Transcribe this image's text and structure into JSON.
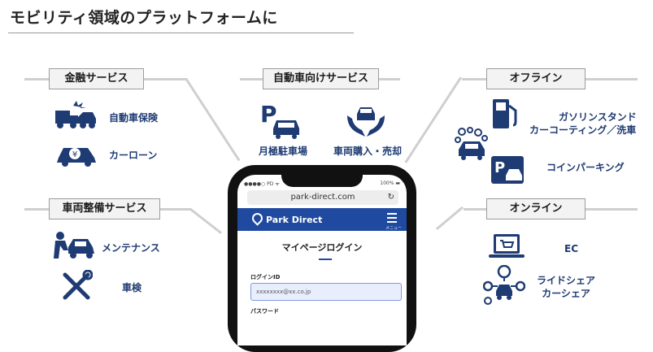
{
  "title": "モビリティ領域のプラットフォームに",
  "categories": {
    "kinyu": "金融サービス",
    "jidousha": "自動車向けサービス",
    "offline": "オフライン",
    "seibi": "車両整備サービス",
    "online": "オンライン"
  },
  "services": {
    "insurance": "自動車保険",
    "carloan": "カーローン",
    "monthly_parking": "月極駐車場",
    "purchase_sale": "車両購入・売却",
    "gas_line1": "ガソリンスタンド",
    "gas_line2": "カーコーティング／洗車",
    "coin_parking": "コインパーキング",
    "maintenance": "メンテナンス",
    "inspection": "車検",
    "ec": "EC",
    "share_line1": "ライドシェア",
    "share_line2": "カーシェア"
  },
  "phone": {
    "status_left": "●●●●○ PD ᯤ",
    "status_right": "100% ▬",
    "url": "park-direct.com",
    "brand": "Park Direct",
    "menu_label": "メニュー",
    "page_title": "マイページログイン",
    "login_id_label": "ログインID",
    "login_placeholder": "xxxxxxxx@xx.co.jp",
    "password_label": "パスワード"
  },
  "colors": {
    "icon": "#1f3b73",
    "header": "#1f4aa0",
    "line": "#cfcfcf"
  }
}
